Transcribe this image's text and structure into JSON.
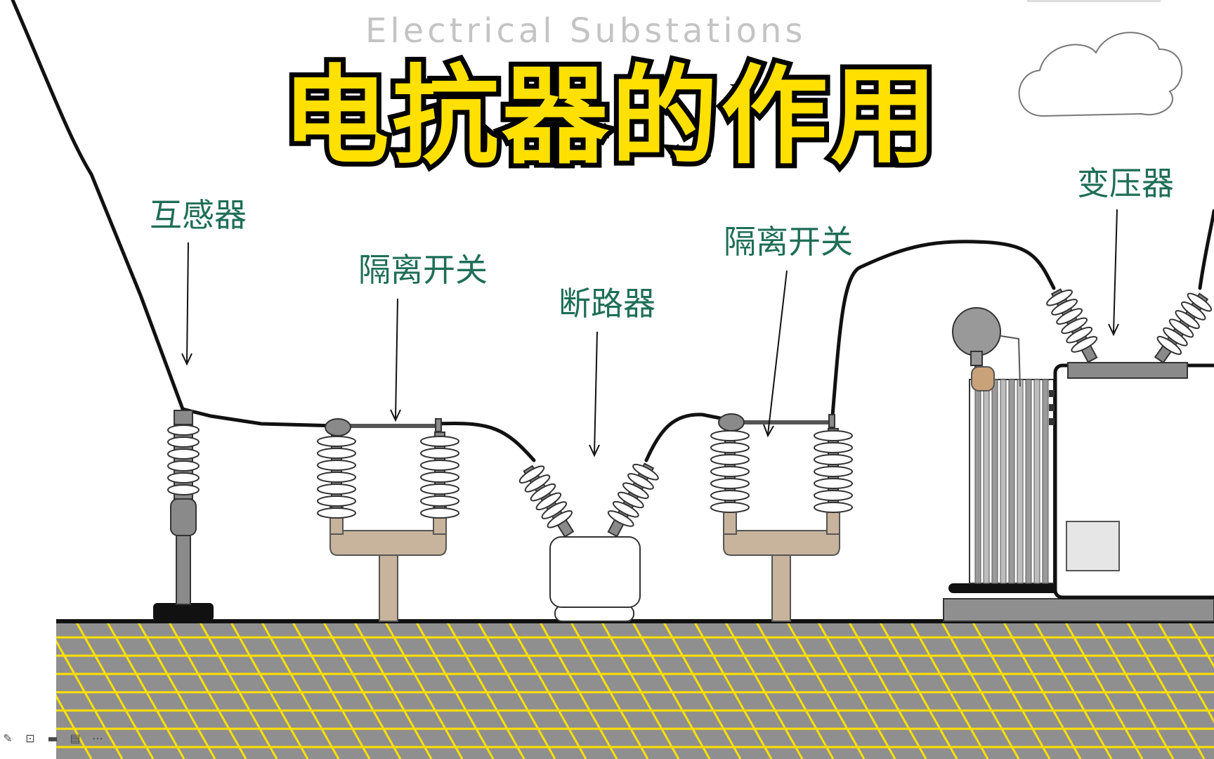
{
  "header": {
    "subtitle": "Electrical Substations",
    "title": "电抗器的作用"
  },
  "components": [
    {
      "id": "transformer-instrument",
      "label": "互感器"
    },
    {
      "id": "disconnect-switch-1",
      "label": "隔离开关"
    },
    {
      "id": "circuit-breaker",
      "label": "断路器"
    },
    {
      "id": "disconnect-switch-2",
      "label": "隔离开关"
    },
    {
      "id": "power-transformer",
      "label": "变压器"
    }
  ],
  "colors": {
    "title_fill": "#ffe000",
    "label_text": "#1f6e57",
    "ground": "#8f8f8f",
    "ground_grid": "#ffe000",
    "insulator": "#ffffff",
    "support": "#c8b49c"
  },
  "toolbar": {
    "icons": [
      "pencil-icon",
      "screenshot-icon",
      "video-icon",
      "comment-icon",
      "more-icon"
    ]
  }
}
